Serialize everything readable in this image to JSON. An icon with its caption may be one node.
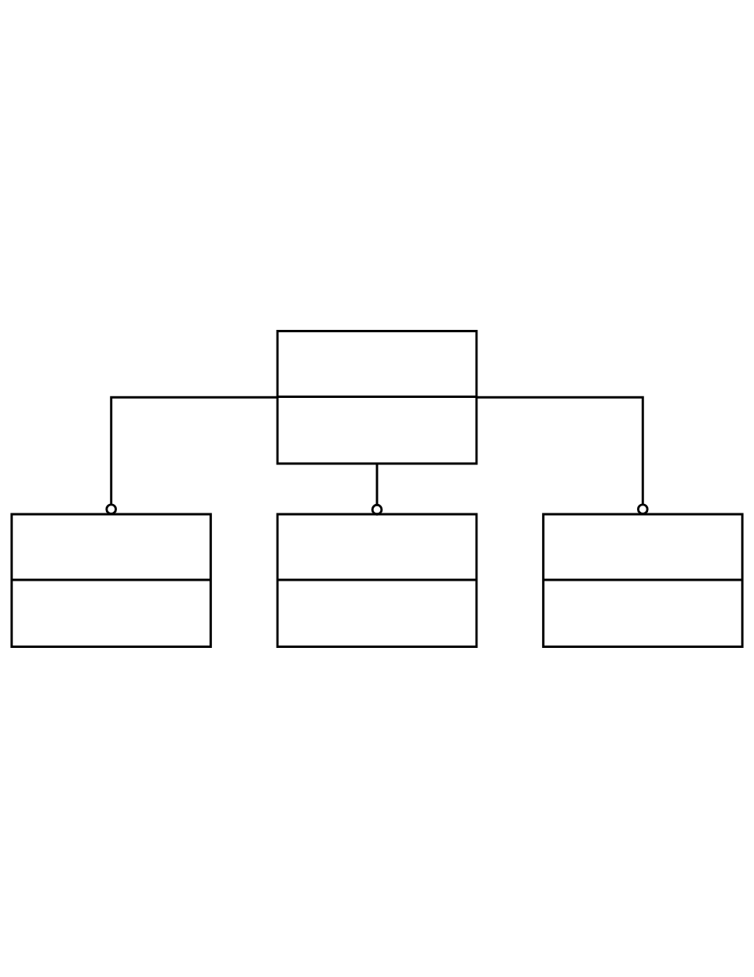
{
  "diagram": {
    "nodes": [
      {
        "text": [],
        "shape": "box"
      },
      {
        "text": [],
        "shape": "box"
      },
      {
        "text": [],
        "shape": "box"
      },
      {
        "text": [],
        "shape": "box"
      }
    ],
    "edges": [
      {
        "from": 0,
        "to": 1,
        "arrow": "other"
      },
      {
        "from": 0,
        "to": 2,
        "arrow": "other"
      },
      {
        "from": 0,
        "to": 3,
        "arrow": "other"
      }
    ]
  }
}
